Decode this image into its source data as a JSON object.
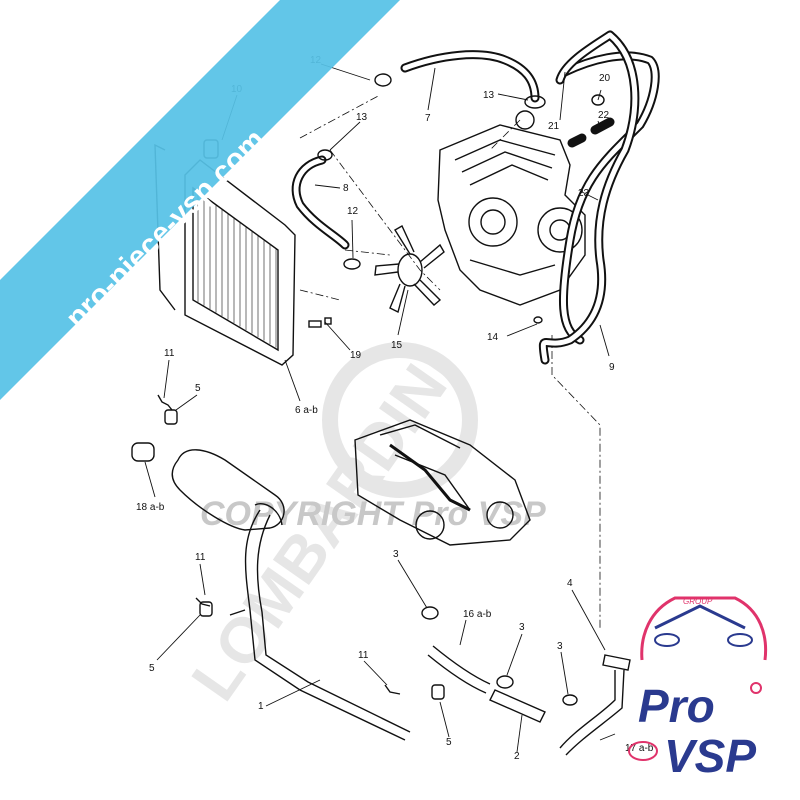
{
  "watermark": {
    "brand_vertical": "LOMBARDINI",
    "copyright": "COPYRIGHT Pro VSP"
  },
  "banner": {
    "text": "pro-piece-vsp.com",
    "color": "#56c2e6"
  },
  "logo": {
    "group": "GROUP",
    "line1": "Pro",
    "line2": "VSP",
    "primary_color": "#2a3a8f",
    "accent_color": "#e0336b"
  },
  "callouts": {
    "c10": "10",
    "c12a": "12",
    "c7": "7",
    "c13a": "13",
    "c21": "21",
    "c20": "20",
    "c22": "22",
    "c13b": "13",
    "c8": "8",
    "c12b": "12",
    "c23": "23",
    "c15": "15",
    "c19": "19",
    "c14": "14",
    "c9": "9",
    "c6": "6 a-b",
    "c11a": "11",
    "c5a": "5",
    "c18": "18 a-b",
    "c11b": "11",
    "c5b": "5",
    "c3a": "3",
    "c4": "4",
    "c16": "16 a-b",
    "c3b": "3",
    "c3c": "3",
    "c11c": "11",
    "c1": "1",
    "c5c": "5",
    "c2": "2",
    "c17": "17 a-b"
  }
}
